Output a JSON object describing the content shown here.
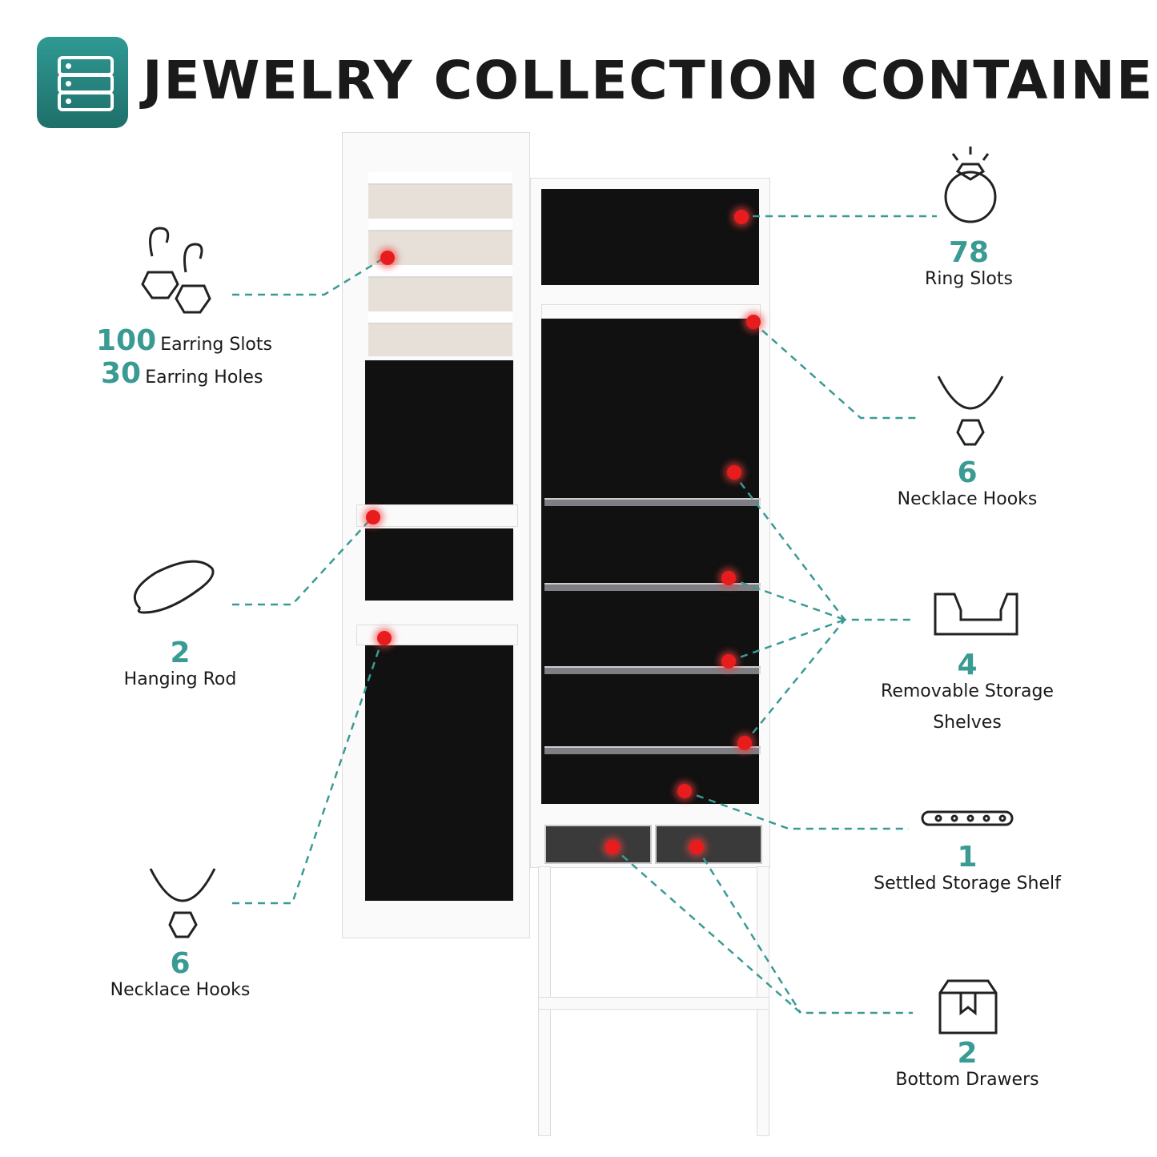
{
  "header": {
    "title": "JEWELRY COLLECTION CONTAINER",
    "logo_icon": "drawers-icon"
  },
  "accent_color": "#3a9a94",
  "left_callouts": [
    {
      "icon": "earrings-icon",
      "lines": [
        {
          "num": "100",
          "label": "Earring Slots"
        },
        {
          "num": "30",
          "label": "Earring Holes"
        }
      ]
    },
    {
      "icon": "bracelet-icon",
      "num": "2",
      "label": "Hanging Rod"
    },
    {
      "icon": "necklace-icon",
      "num": "6",
      "label": "Necklace Hooks"
    }
  ],
  "right_callouts": [
    {
      "icon": "ring-icon",
      "num": "78",
      "label": "Ring Slots"
    },
    {
      "icon": "necklace-icon",
      "num": "6",
      "label": "Necklace Hooks"
    },
    {
      "icon": "shelf-icon",
      "num": "4",
      "label": "Removable Storage",
      "label2": "Shelves"
    },
    {
      "icon": "shelf-rail-icon",
      "num": "1",
      "label": "Settled Storage Shelf"
    },
    {
      "icon": "box-icon",
      "num": "2",
      "label": "Bottom Drawers"
    }
  ]
}
